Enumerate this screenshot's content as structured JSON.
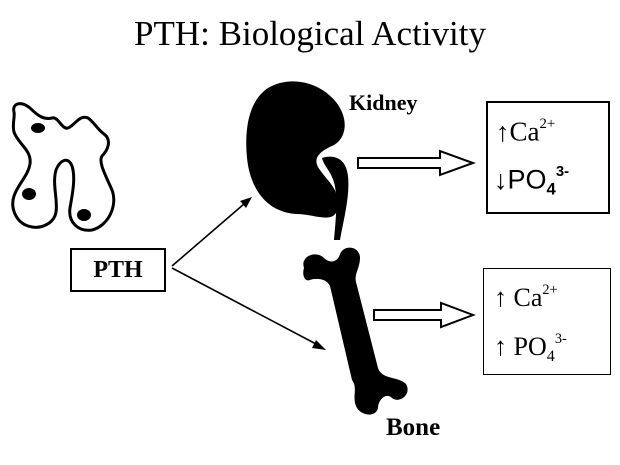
{
  "title": "PTH: Biological Activity",
  "labels": {
    "kidney": "Kidney",
    "bone": "Bone",
    "pth": "PTH"
  },
  "kidney_effects": {
    "calcium": {
      "arrow": "↑",
      "ion": "Ca",
      "charge": "2+"
    },
    "phosphate": {
      "arrow": "↓",
      "ion": "PO",
      "subscript": "4",
      "charge": "3-"
    }
  },
  "bone_effects": {
    "calcium": {
      "arrow": "↑",
      "ion": " Ca",
      "charge": "2+"
    },
    "phosphate": {
      "arrow": "↑",
      "ion": " PO",
      "subscript": "4",
      "charge": "3-"
    }
  },
  "colors": {
    "ink": "#000000",
    "background": "#ffffff"
  }
}
